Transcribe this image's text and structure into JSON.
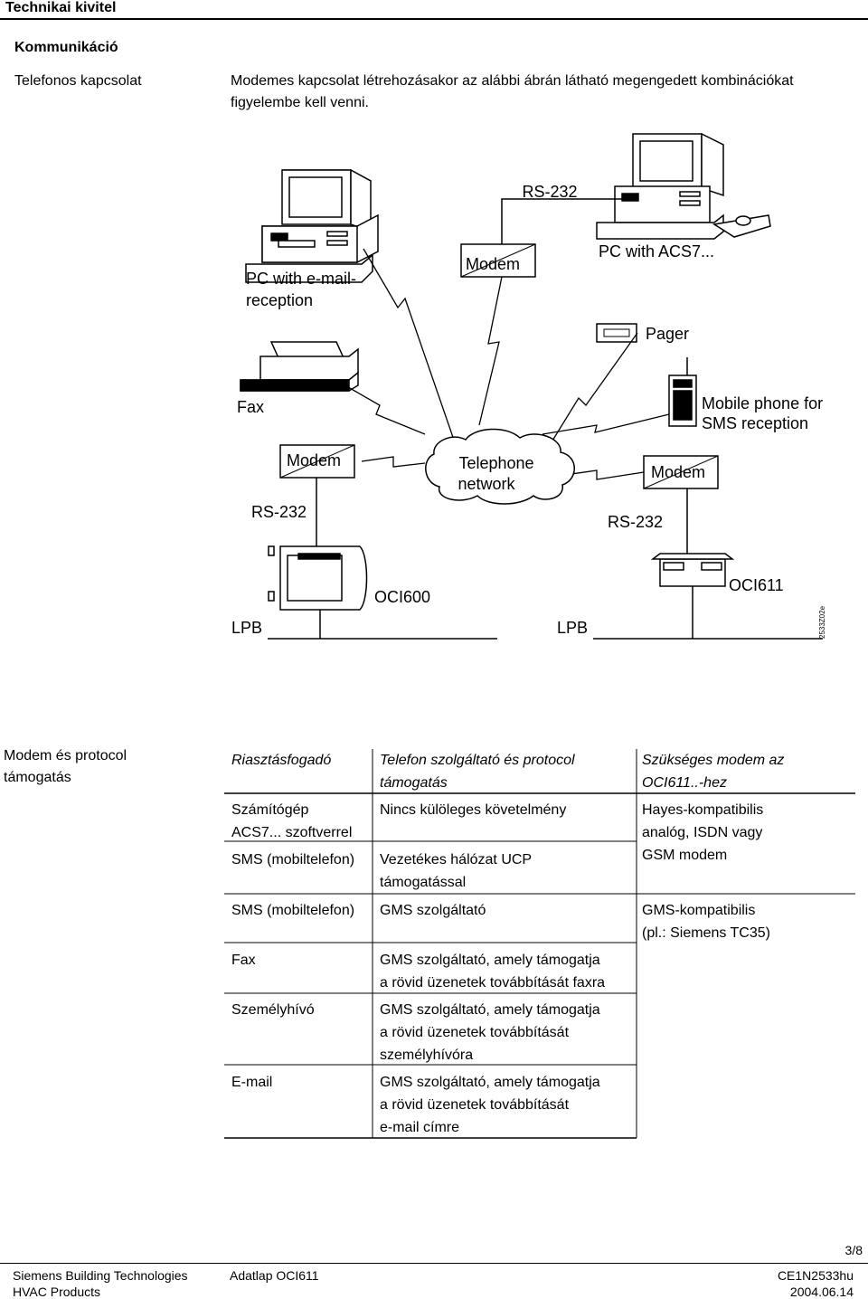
{
  "header": {
    "title": "Technikai kivitel"
  },
  "section": {
    "title": "Kommunikáció"
  },
  "intro": {
    "side_label": "Telefonos kapcsolat",
    "text": "Modemes kapcsolat létrehozásakor az alábbi ábrán látható megengedett kombinációkat figyelembe kell venni."
  },
  "diagram": {
    "rs232_top": "RS-232",
    "modem_top": "Modem",
    "pc_email_1": "PC with e-mail-",
    "pc_email_2": "reception",
    "pc_acs7": "PC with ACS7...",
    "pager": "Pager",
    "fax": "Fax",
    "mobile_1": "Mobile phone for",
    "mobile_2": "SMS reception",
    "modem_left": "Modem",
    "tel_1": "Telephone",
    "tel_2": "network",
    "modem_right": "Modem",
    "rs232_left": "RS-232",
    "rs232_right": "RS-232",
    "oci600": "OCI600",
    "oci611": "OCI611",
    "lpb_left": "LPB",
    "lpb_right": "LPB",
    "fig_code": "2533Z02e"
  },
  "table": {
    "side_label_1": "Modem és protocol",
    "side_label_2": "támogatás",
    "head": {
      "col1": "Riasztásfogadó",
      "col2_1": "Telefon szolgáltató és protocol",
      "col2_2": "támogatás",
      "col3_1": "Szükséges modem az",
      "col3_2": "OCI611..-hez"
    },
    "r1c1_1": "Számítógép",
    "r1c1_2": "ACS7... szoftverrel",
    "r1c2": "Nincs külöleges követelmény",
    "r1c3_1": "Hayes-kompatibilis",
    "r1c3_2": "analóg, ISDN vagy",
    "r1c3_3": "GSM modem",
    "r2c1": "SMS (mobiltelefon)",
    "r2c2_1": "Vezetékes hálózat UCP",
    "r2c2_2": "támogatással",
    "r3c1": "SMS (mobiltelefon)",
    "r3c2": "GMS szolgáltató",
    "r3c3_1": "GMS-kompatibilis",
    "r3c3_2": "(pl.: Siemens TC35)",
    "r4c1": "Fax",
    "r4c2_1": "GMS szolgáltató, amely támogatja",
    "r4c2_2": "a rövid üzenetek továbbítását faxra",
    "r5c1": "Személyhívó",
    "r5c2_1": "GMS szolgáltató, amely támogatja",
    "r5c2_2": "a rövid üzenetek továbbítását",
    "r5c2_3": "személyhívóra",
    "r6c1": "E-mail",
    "r6c2_1": "GMS szolgáltató, amely támogatja",
    "r6c2_2": "a rövid üzenetek továbbítását",
    "r6c2_3": "e-mail címre"
  },
  "footer": {
    "page": "3/8",
    "company": "Siemens Building Technologies",
    "division": "HVAC Products",
    "doc": "Adatlap OCI611",
    "code": "CE1N2533hu",
    "date": "2004.06.14"
  }
}
